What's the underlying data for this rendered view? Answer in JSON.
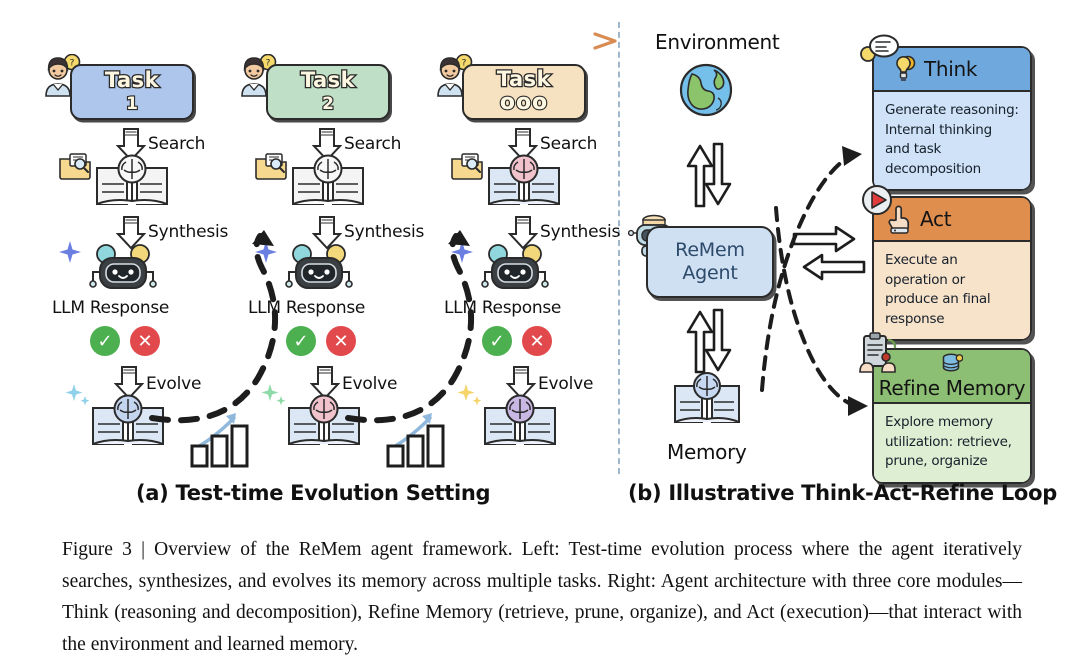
{
  "figure": {
    "panel_a": {
      "title": "(a) Test-time Evolution Setting",
      "progress_arrow": {
        "icon": "gradient-arrow-icon",
        "from_color": "#a9cde4",
        "to_color": "#d98b54"
      },
      "columns": [
        {
          "task_word": "Task",
          "task_number": "1",
          "box_color": "#aec6ec",
          "person_icon": "person-question-icon",
          "step_search": "Search",
          "memory_icon": "brain-book-icon",
          "folder_icon": "folder-search-icon",
          "step_synthesis": "Synthesis",
          "robot_icon": "robot-icon",
          "sparkle_icon": "sparkle-icon",
          "llm_response": "LLM Response",
          "verdicts": [
            "check-icon",
            "cross-icon"
          ],
          "step_evolve": "Evolve",
          "evolved_memory_icon": "brain-book-sparkle-icon"
        },
        {
          "task_word": "Task",
          "task_number": "2",
          "box_color": "#bfe0c7",
          "person_icon": "person-question-icon",
          "step_search": "Search",
          "memory_icon": "brain-book-icon",
          "folder_icon": "folder-search-icon",
          "step_synthesis": "Synthesis",
          "robot_icon": "robot-icon",
          "sparkle_icon": "sparkle-icon",
          "llm_response": "LLM Response",
          "verdicts": [
            "check-icon",
            "cross-icon"
          ],
          "step_evolve": "Evolve",
          "evolved_memory_icon": "brain-book-sparkle-icon"
        },
        {
          "task_word": "Task",
          "task_number": "ooo",
          "box_color": "#f6e2c0",
          "person_icon": "person-question-icon",
          "step_search": "Search",
          "memory_icon": "brain-book-icon",
          "folder_icon": "folder-search-icon",
          "step_synthesis": "Synthesis",
          "robot_icon": "robot-icon",
          "sparkle_icon": "sparkle-icon",
          "llm_response": "LLM Response",
          "verdicts": [
            "check-icon",
            "cross-icon"
          ],
          "step_evolve": "Evolve",
          "evolved_memory_icon": "brain-book-sparkle-icon"
        }
      ],
      "growth_icon": "bar-chart-growth-icon",
      "connector_icon": "dashed-curve-arrow-icon"
    },
    "panel_b": {
      "title": "(b) Illustrative Think-Act-Refine Loop",
      "environment_label": "Environment",
      "environment_icon": "globe-icon",
      "memory_label": "Memory",
      "memory_icon": "brain-book-icon",
      "agent": {
        "line1": "ReMem",
        "line2": "Agent",
        "icon": "agent-robot-icon",
        "box_color": "#cfe0f2",
        "text_color": "#2d4a6b"
      },
      "exchange_icon": "bidirectional-arrows-icon",
      "cards": [
        {
          "id": "think",
          "title": "Think",
          "body": "Generate reasoning: Internal thinking and task decomposition",
          "head_color": "#6fa8dc",
          "body_color": "#cfe2f7",
          "head_icon": "lightbulb-gear-icon",
          "badge_icon": "speech-bubble-icon"
        },
        {
          "id": "act",
          "title": "Act",
          "body": "Execute an operation or produce an final response",
          "head_color": "#e08e4e",
          "body_color": "#f7e2ca",
          "head_icon": "pointing-hand-icon",
          "badge_icon": "play-button-icon"
        },
        {
          "id": "refine",
          "title": "Refine Memory",
          "body": "Explore memory utilization: retrieve, prune, organize",
          "head_color": "#8cbf73",
          "body_color": "#ddeed3",
          "head_icon": "database-icon",
          "badge_icon": "clipboard-hand-icon"
        }
      ]
    }
  },
  "caption": "Figure 3 | Overview of the ReMem agent framework. Left: Test-time evolution process where the agent iteratively searches, synthesizes, and evolves its memory across multiple tasks. Right: Agent architecture with three core modules—Think (reasoning and decomposition), Refine Memory (retrieve, prune, organize), and Act (execution)—that interact with the environment and learned memory."
}
